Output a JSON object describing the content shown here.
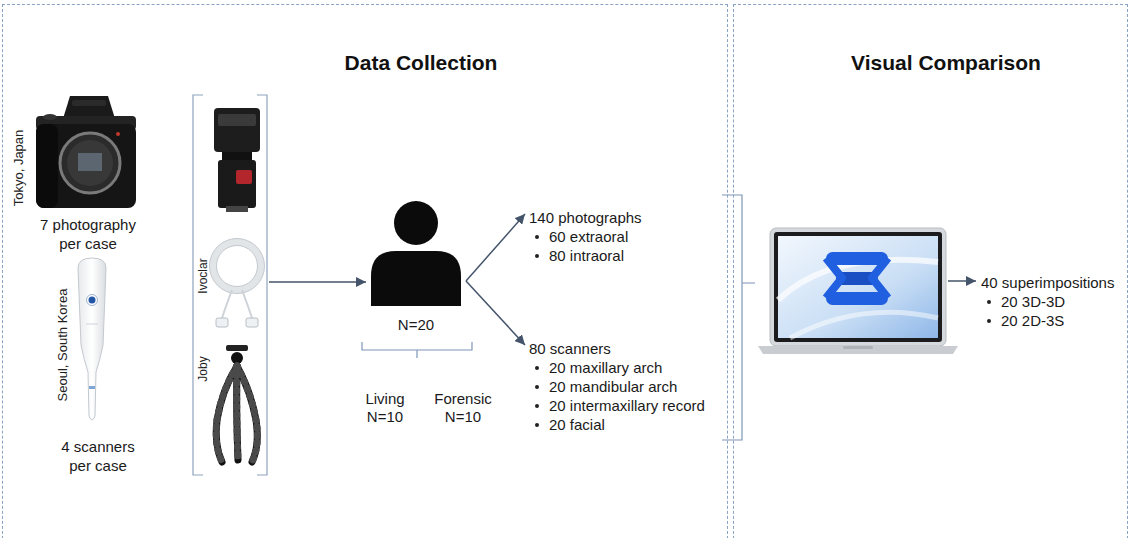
{
  "diagram": {
    "nodes": [
      {
        "text": [
          "Data Collection"
        ]
      },
      {
        "text": [
          "Visual Comparison"
        ]
      },
      {
        "text": [
          "Ivoclar",
          "Joby"
        ],
        "in": 0
      },
      {
        "text": [
          "N=20"
        ],
        "in": 0
      },
      {
        "text": [
          "140 photographs",
          "60 extraoral",
          "80 intraoral"
        ],
        "in": 0
      },
      {
        "text": [
          "80 scanners",
          "20 maxillary arch",
          "20 mandibular arch",
          "20 intermaxillary record",
          "20 facial"
        ],
        "in": 0
      },
      {
        "text": [
          "40 superimpositions",
          "20 3D-3D",
          "20 2D-3S"
        ],
        "in": 1
      }
    ],
    "edges": [
      {
        "from": 2,
        "to": 3,
        "arrow": "to"
      },
      {
        "from": 3,
        "to": 4,
        "arrow": "to"
      },
      {
        "from": 3,
        "to": 5,
        "arrow": "to"
      }
    ],
    "labels": [
      "Tokyo, Japan",
      "7 photography per case",
      "Seoul, South Korea",
      "4 scanners per case",
      "Living",
      "N=10",
      "Forensic",
      "N=10"
    ]
  }
}
